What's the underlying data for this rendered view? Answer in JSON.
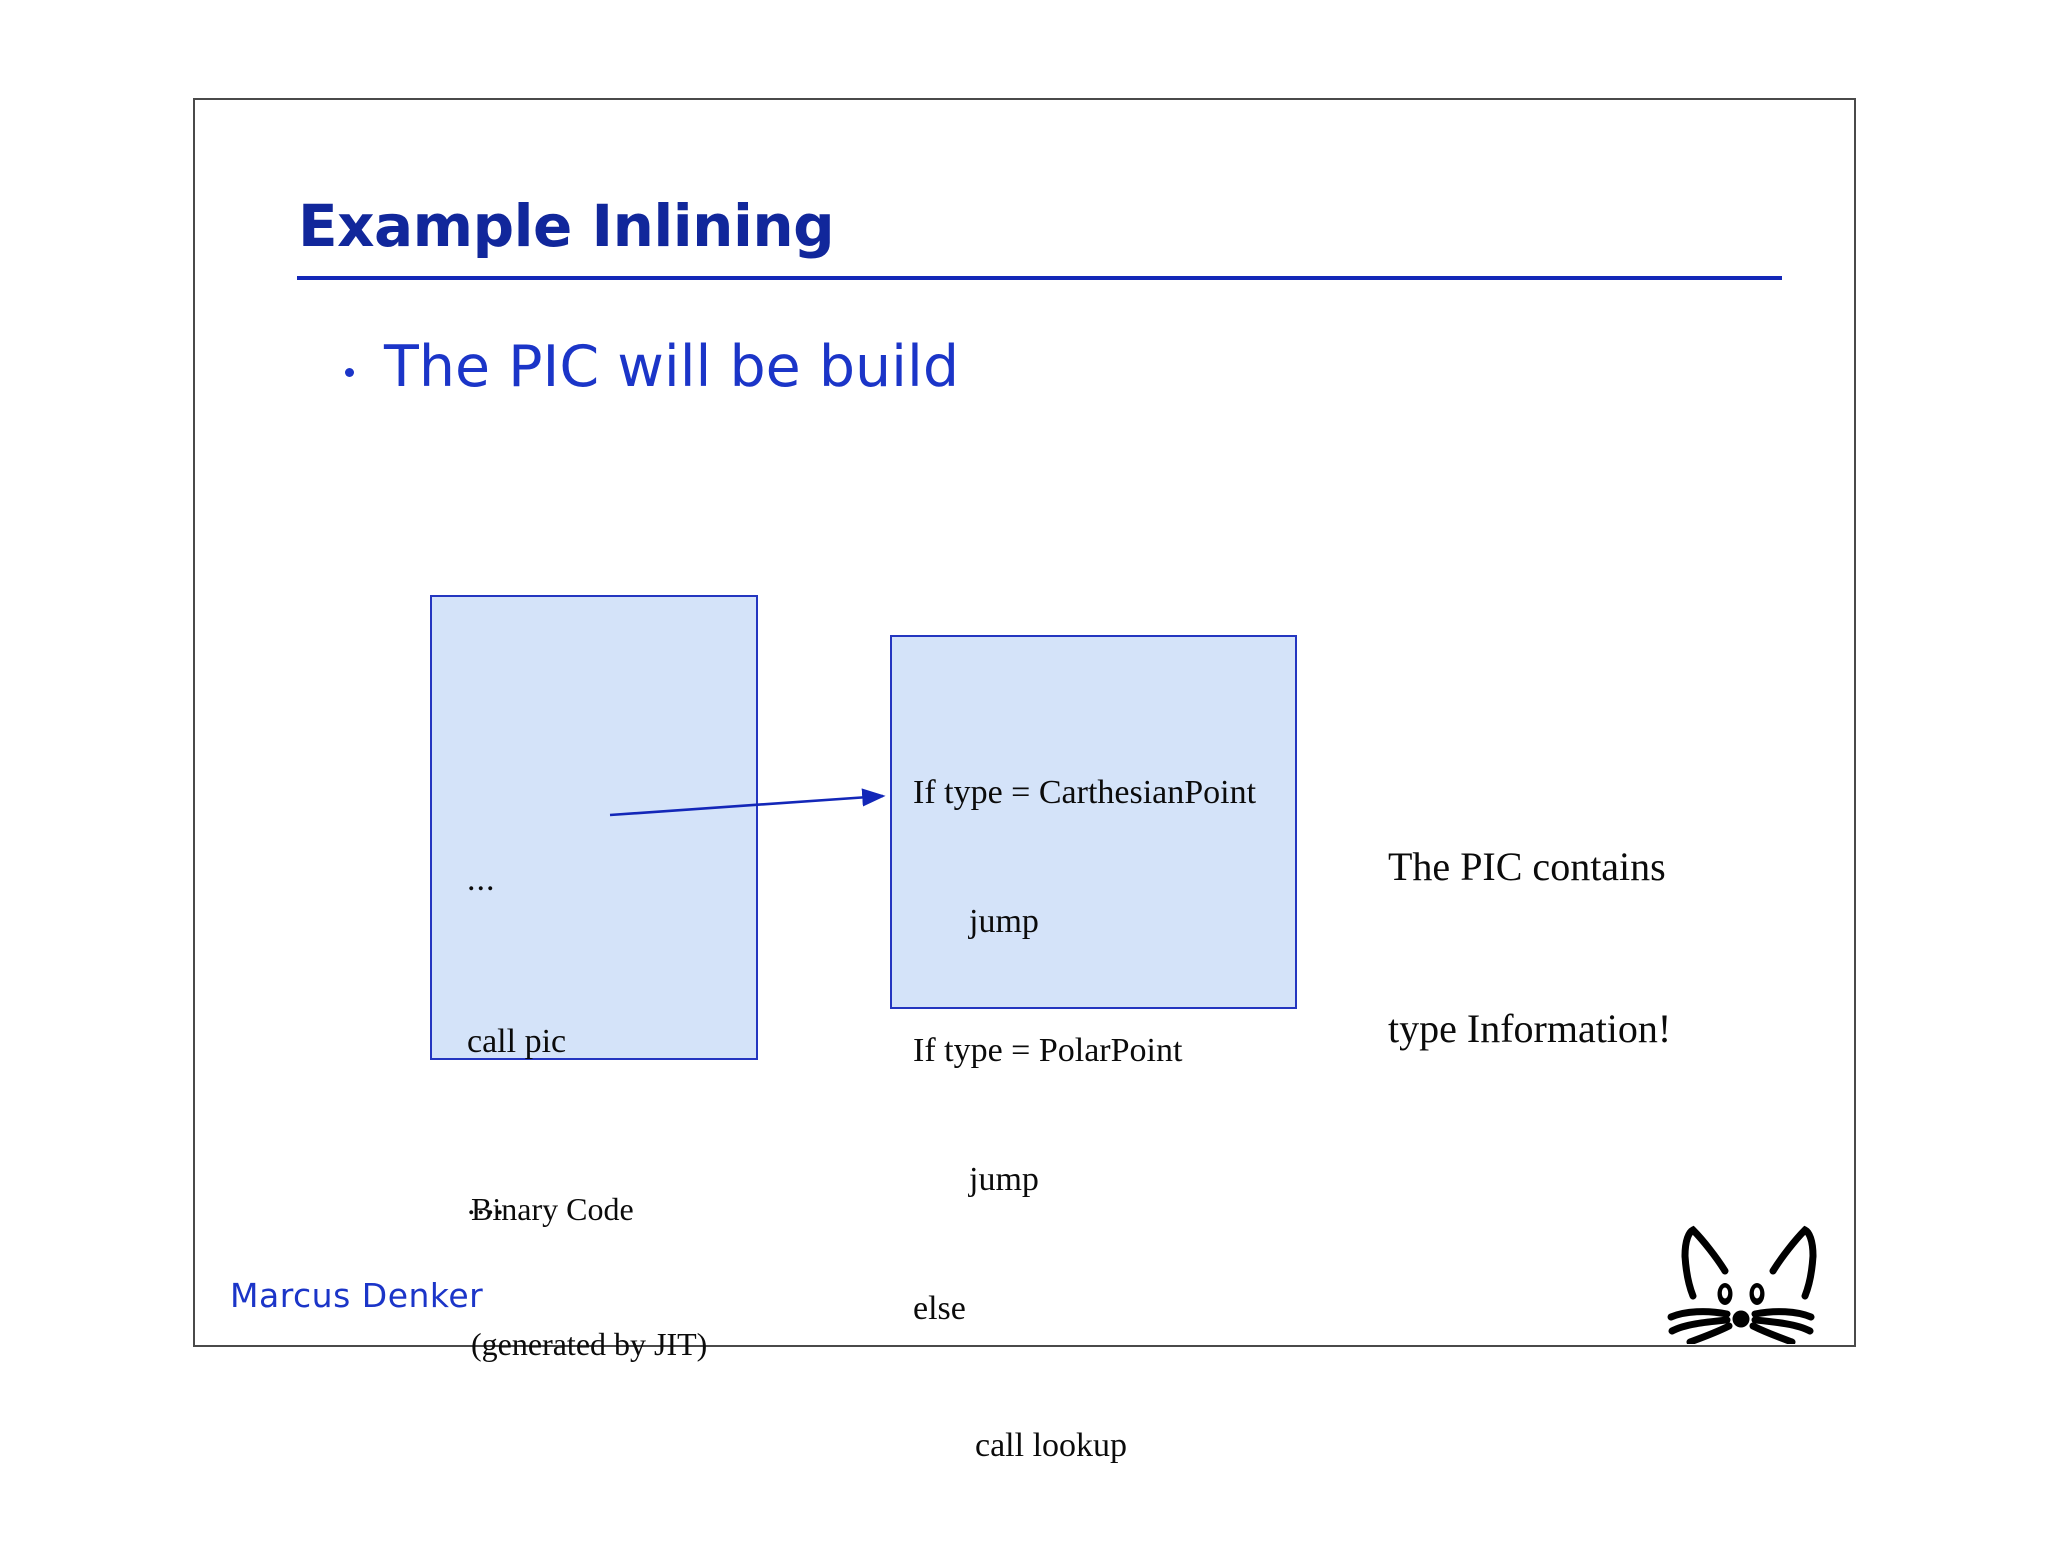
{
  "slide": {
    "title": "Example Inlining",
    "bullet": {
      "marker": "bullet-dot",
      "text": "The PIC will be build"
    },
    "binary_code_box": {
      "line_1": "...",
      "line_2": "call pic",
      "line_3": "....",
      "caption_line_1": "Binary Code",
      "caption_line_2": "(generated by JIT)"
    },
    "pic_box": {
      "line_1": "If type = CarthesianPoint",
      "line_2": "jump",
      "line_3": "If type = PolarPoint",
      "line_4": "jump",
      "line_5": "else",
      "line_6": "call lookup"
    },
    "note": {
      "line_1": "The PIC contains",
      "line_2": "type Information!"
    },
    "footer": {
      "author": "Marcus Denker",
      "logo": "cat-face-logo"
    },
    "arrow": {
      "label": "call-pic-to-pic-arrow",
      "from": "binary-code-box",
      "to": "pic-box"
    },
    "colors": {
      "title_blue": "#11279b",
      "bullet_blue": "#1b35c8",
      "rule_blue": "#1327b8",
      "box_fill": "#d4e3f9",
      "box_border": "#2436c0",
      "body_text": "#0b0b0b",
      "frame_border": "#4a4a4a",
      "page_background": "#ffffff"
    }
  }
}
